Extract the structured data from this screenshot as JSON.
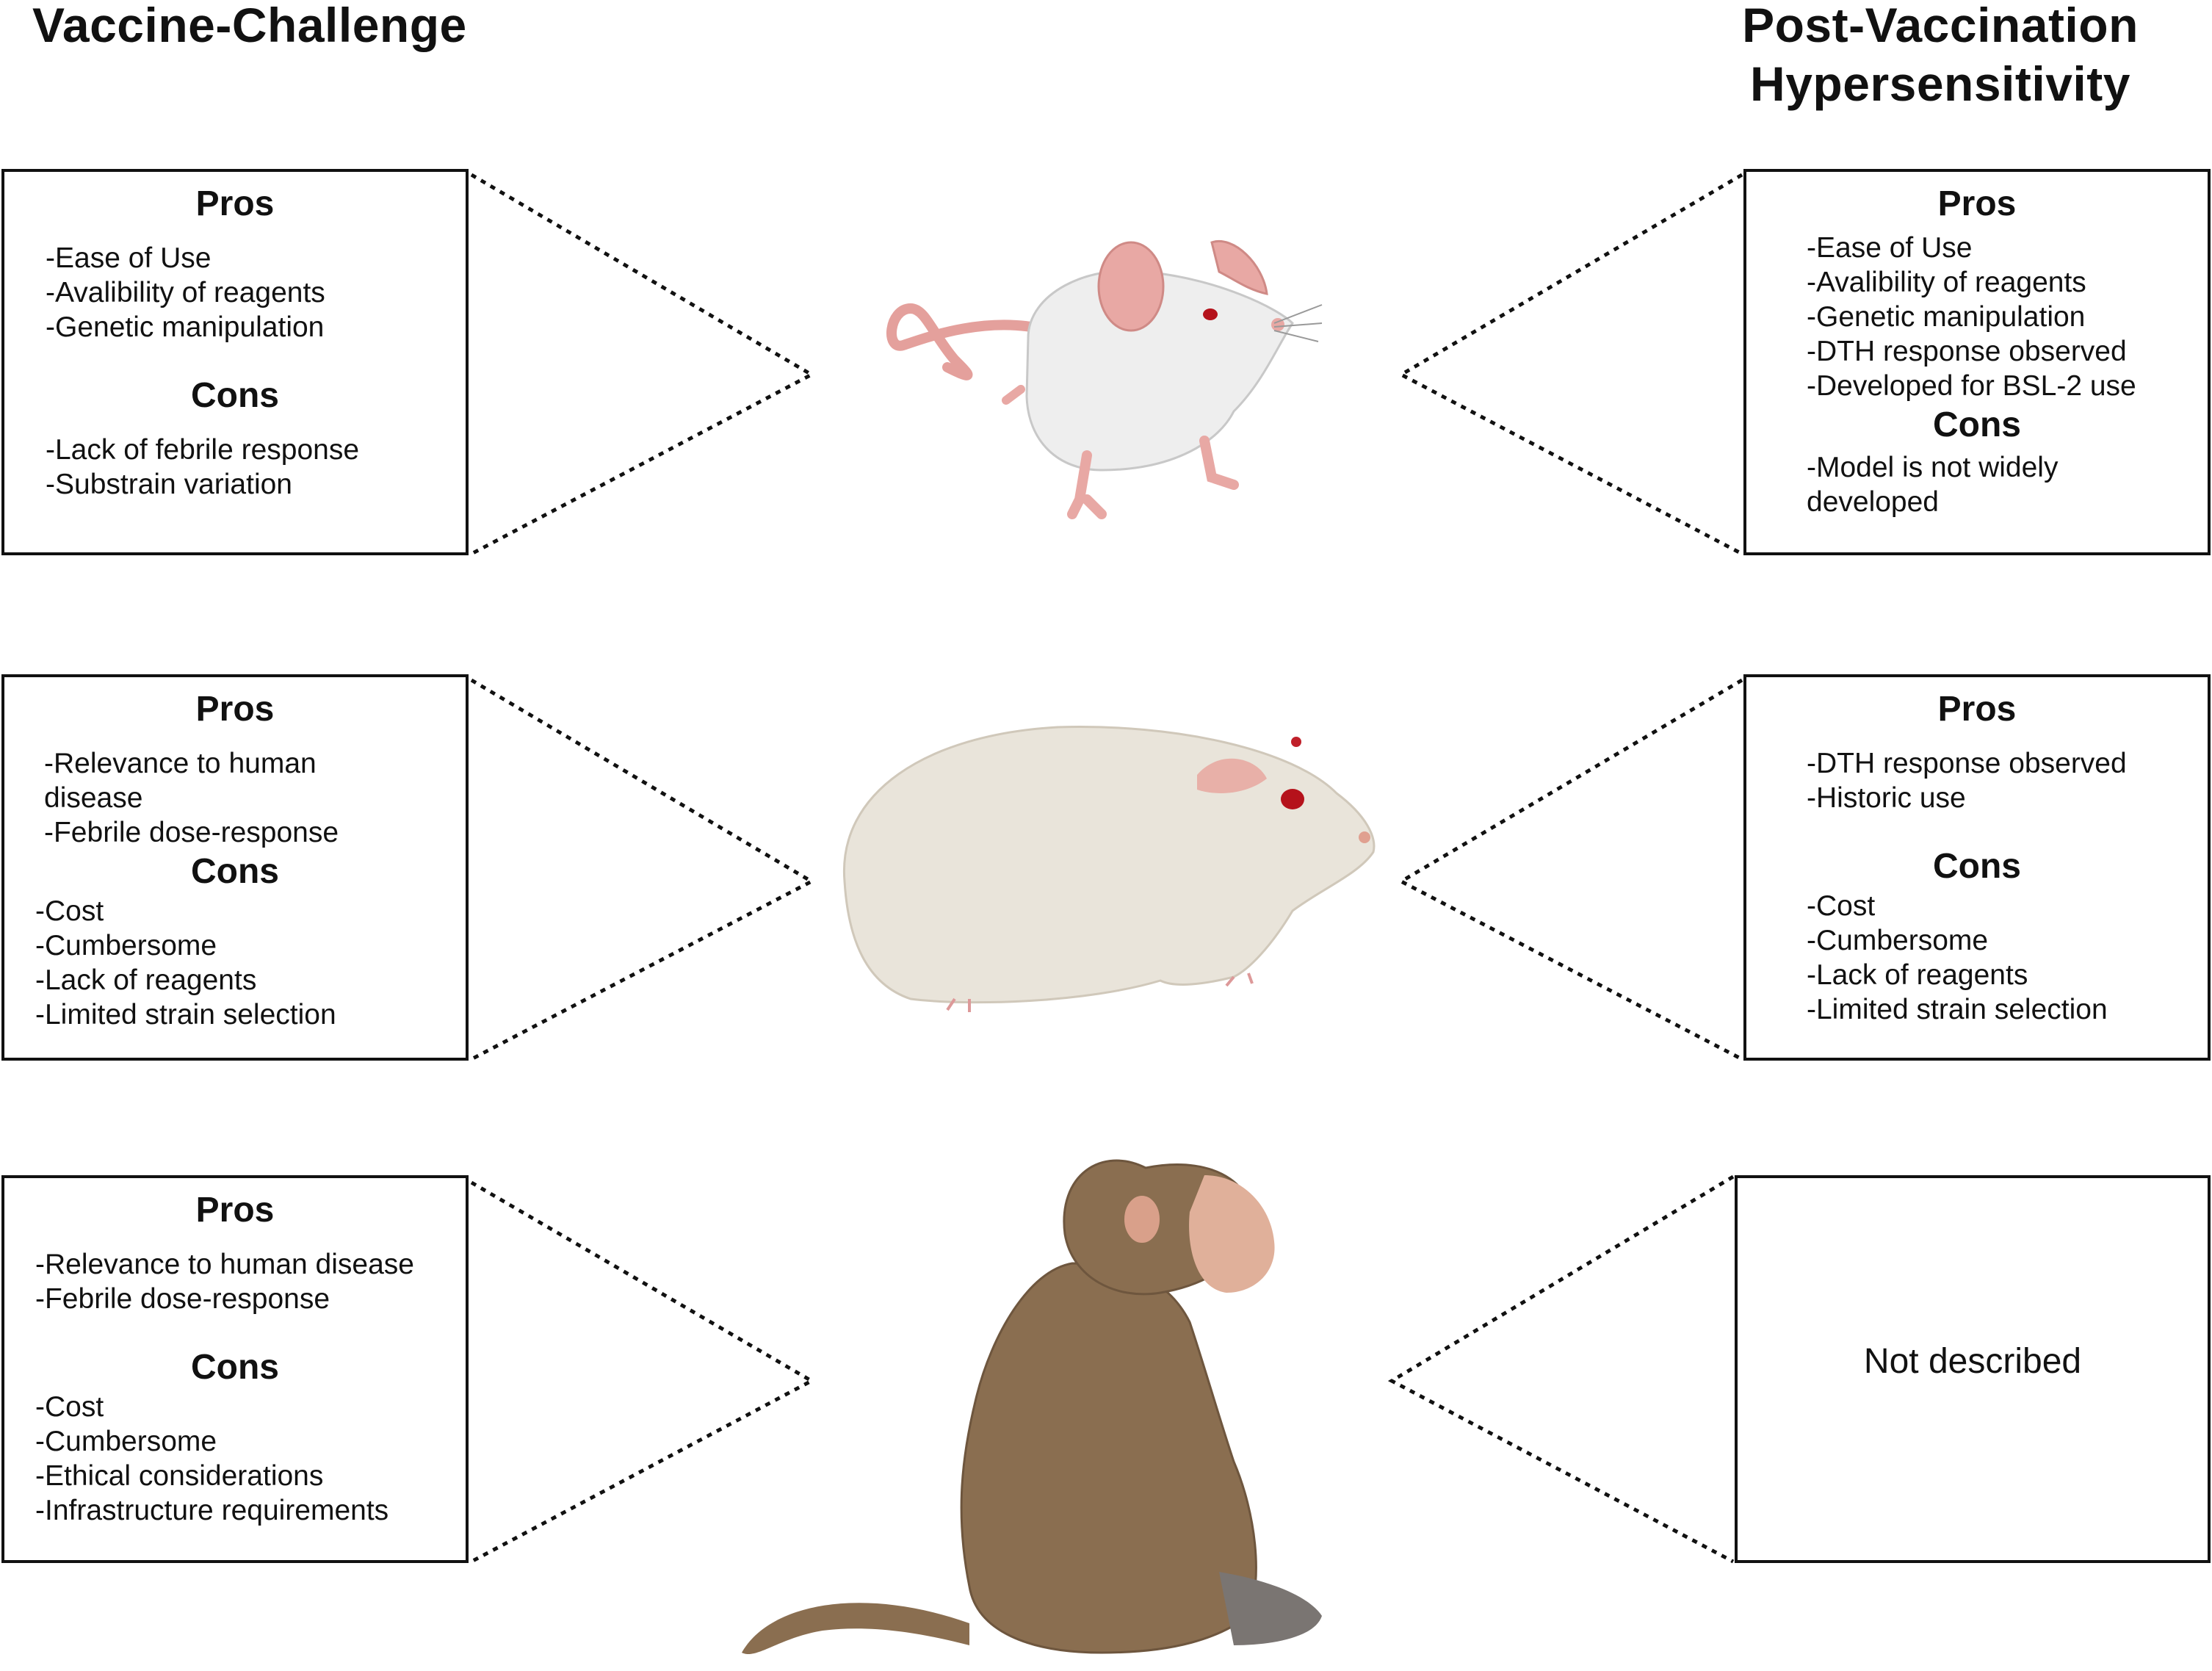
{
  "headings": {
    "left": "Vaccine-Challenge",
    "right_line1": "Post-Vaccination",
    "right_line2": "Hypersensitivity"
  },
  "rows": [
    {
      "animal": "mouse",
      "left": {
        "pros_title": "Pros",
        "pros": [
          "-Ease of Use",
          "-Avalibility of reagents",
          "-Genetic manipulation"
        ],
        "cons_title": "Cons",
        "cons": [
          "-Lack of febrile response",
          "-Substrain variation"
        ]
      },
      "right": {
        "pros_title": "Pros",
        "pros": [
          "-Ease of Use",
          "-Avalibility of reagents",
          "-Genetic manipulation",
          "-DTH response observed",
          "-Developed for BSL-2 use"
        ],
        "cons_title": "Cons",
        "cons": [
          "-Model is not widely developed"
        ]
      }
    },
    {
      "animal": "guinea-pig",
      "left": {
        "pros_title": "Pros",
        "pros": [
          "-Relevance to human disease",
          "-Febrile dose-response"
        ],
        "cons_title": "Cons",
        "cons": [
          "-Cost",
          "-Cumbersome",
          "-Lack of reagents",
          "-Limited strain selection"
        ]
      },
      "right": {
        "pros_title": "Pros",
        "pros": [
          "-DTH response observed",
          "-Historic use"
        ],
        "cons_title": "Cons",
        "cons": [
          "-Cost",
          "-Cumbersome",
          "-Lack of reagents",
          "-Limited strain selection"
        ]
      }
    },
    {
      "animal": "monkey",
      "left": {
        "pros_title": "Pros",
        "pros": [
          "-Relevance to human disease",
          "-Febrile dose-response"
        ],
        "cons_title": "Cons",
        "cons": [
          "-Cost",
          "-Cumbersome",
          "-Ethical considerations",
          "-Infrastructure requirements"
        ]
      },
      "right": {
        "text": "Not described"
      }
    }
  ],
  "colors": {
    "border": "#111111",
    "mouse_body": "#eeeeee",
    "mouse_ear": "#e8a8a4",
    "guinea_pig_body": "#e9e4da",
    "monkey_body": "#8a6e50",
    "monkey_face": "#e0b09a"
  }
}
